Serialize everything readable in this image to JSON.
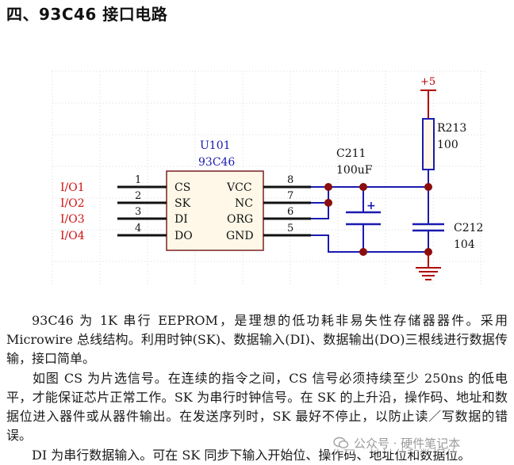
{
  "heading": "四、93C46 接口电路",
  "schematic": {
    "chip": {
      "ref": "U101",
      "part": "93C46",
      "left_pins": [
        {
          "num": "1",
          "name": "CS"
        },
        {
          "num": "2",
          "name": "SK"
        },
        {
          "num": "3",
          "name": "DI"
        },
        {
          "num": "4",
          "name": "DO"
        }
      ],
      "right_pins": [
        {
          "num": "8",
          "name": "VCC"
        },
        {
          "num": "7",
          "name": "NC"
        },
        {
          "num": "6",
          "name": "ORG"
        },
        {
          "num": "5",
          "name": "GND"
        }
      ]
    },
    "io_labels": [
      "I/O1",
      "I/O2",
      "I/O3",
      "I/O4"
    ],
    "supply_label": "+5",
    "r213": {
      "ref": "R213",
      "value": "100"
    },
    "c211": {
      "ref": "C211",
      "value": "100uF",
      "polarity_mark": "+"
    },
    "c212": {
      "ref": "C212",
      "value": "104"
    },
    "colors": {
      "wire": "#1a1ab0",
      "power": "#b00000",
      "io_text": "#d01010",
      "chip_fill": "#fff8e8",
      "grid": "#d8d8e6"
    }
  },
  "paragraphs": [
    "93C46 为 1K 串行 EEPROM，是理想的低功耗非易失性存储器器件。采用 Microwire 总线结构。利用时钟(SK)、数据输入(DI)、数据输出(DO)三根线进行数据传输，接口简单。",
    "如图 CS 为片选信号。在连续的指令之间，CS 信号必须持续至少 250ns 的低电平，才能保证芯片正常工作。SK 为串行时钟信号。在 SK 的上升沿，操作码、地址和数据位进入器件或从器件输出。在发送序列时，SK 最好不停止，以防止读／写数据的错误。",
    "DI 为串行数据输入。可在 SK 同步下输入开始位、操作码、地址位和数据位。"
  ],
  "watermark": "公众号 · 硬件笔记本"
}
